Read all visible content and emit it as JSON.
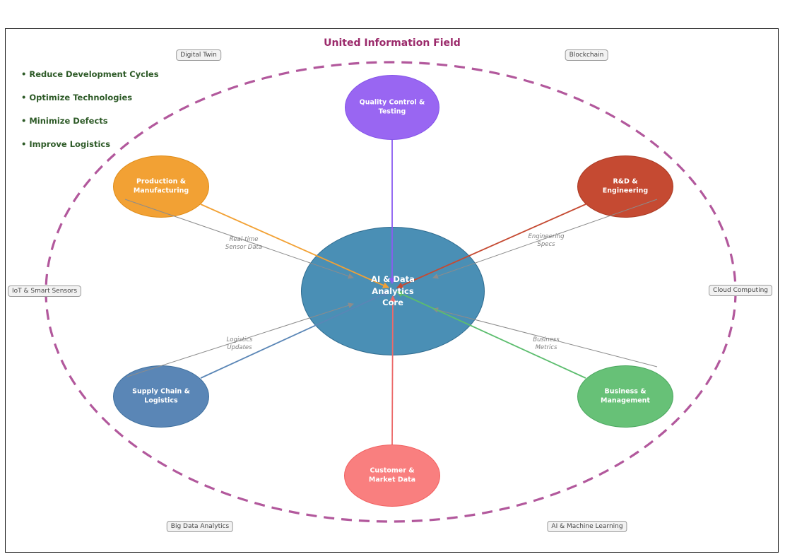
{
  "title": "United Information Field",
  "title_color": "#9b2a6b",
  "benefits_color": "#2d5a27",
  "benefits": [
    "Reduce Development Cycles",
    "Optimize Technologies",
    "Minimize Defects",
    "Improve Logistics"
  ],
  "core": {
    "label": "AI & Data\nAnalytics\nCore",
    "fill": "#4a8fb5",
    "border": "#2e6b8f"
  },
  "nodes": [
    {
      "id": "quality-control",
      "label": "Quality Control &\nTesting",
      "fill": "#9966f2",
      "border": "#8352e8"
    },
    {
      "id": "production",
      "label": "Production &\nManufacturing",
      "fill": "#f2a134",
      "border": "#df8c18"
    },
    {
      "id": "rnd",
      "label": "R&D &\nEngineering",
      "fill": "#c54a32",
      "border": "#aa3a23"
    },
    {
      "id": "supply-chain",
      "label": "Supply Chain &\nLogistics",
      "fill": "#5a86b6",
      "border": "#40709e"
    },
    {
      "id": "business",
      "label": "Business &\nManagement",
      "fill": "#67c177",
      "border": "#4ba75f"
    },
    {
      "id": "customer",
      "label": "Customer &\nMarket Data",
      "fill": "#f97f7f",
      "border": "#f16060"
    }
  ],
  "edges": {
    "quality": "#8a5cf0",
    "production": "#f2a134",
    "rnd": "#c54a32",
    "supply": "#5a86b6",
    "business": "#5cbd6e",
    "customer": "#ec6a6a",
    "flow": "#8c8c8c"
  },
  "flow_labels": [
    "Real-time\nSensor Data",
    "Engineering\nSpecs",
    "Logistics\nUpdates",
    "Business\nMetrics"
  ],
  "boundary_color": "#b2589c",
  "tech_labels": [
    "Digital Twin",
    "Blockchain",
    "IoT & Smart Sensors",
    "Cloud Computing",
    "Big Data Analytics",
    "AI & Machine Learning"
  ]
}
